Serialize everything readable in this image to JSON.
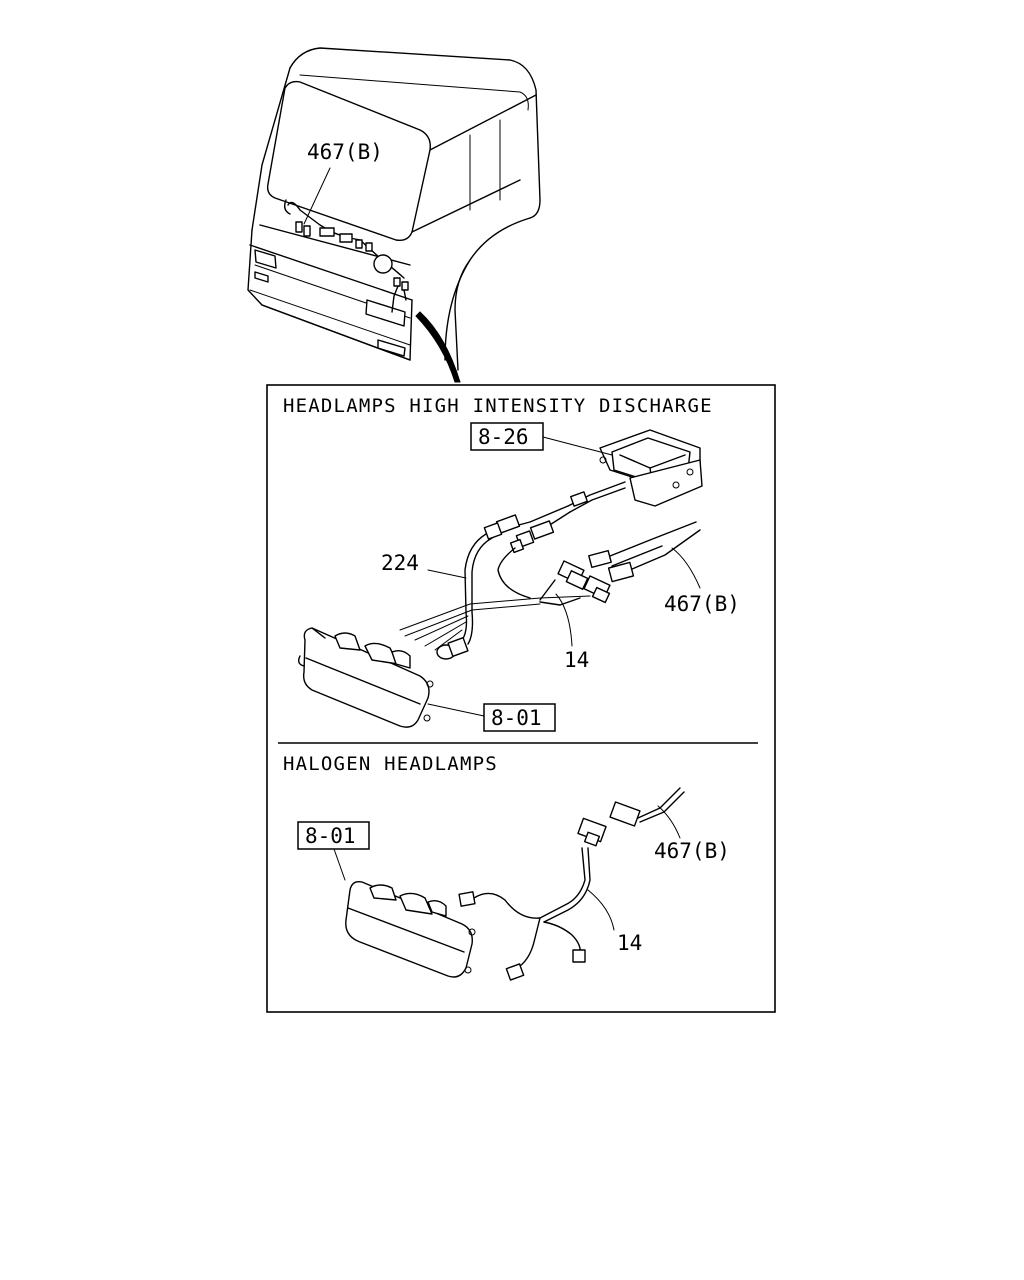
{
  "sections": {
    "hid": {
      "title": "HEADLAMPS HIGH INTENSITY DISCHARGE"
    },
    "halogen": {
      "title": "HALOGEN HEADLAMPS"
    }
  },
  "callouts": {
    "cab_harness": "467(B)",
    "hid_ballast_ref": "8-26",
    "hid_harness_224": "224",
    "hid_harness_467b": "467(B)",
    "hid_harness_14": "14",
    "hid_headlamp_ref": "8-01",
    "hal_headlamp_ref": "8-01",
    "hal_harness_467b": "467(B)",
    "hal_harness_14": "14"
  }
}
